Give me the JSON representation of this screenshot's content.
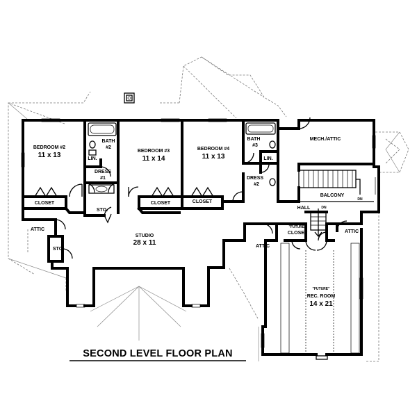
{
  "plan": {
    "title": "SECOND LEVEL FLOOR PLAN",
    "rooms": {
      "bedroom2": {
        "name": "BEDROOM #2",
        "size": "11 x 13"
      },
      "bedroom3": {
        "name": "BEDROOM #3",
        "size": "11 x 14"
      },
      "bedroom4": {
        "name": "BEDROOM #4",
        "size": "11 x 13"
      },
      "bath2": {
        "name": "BATH",
        "num": "#2"
      },
      "bath3": {
        "name": "BATH",
        "num": "#3"
      },
      "lin1": "LIN.",
      "lin2": "LIN.",
      "dress1": {
        "name": "DRESS",
        "num": "#1"
      },
      "dress2": {
        "name": "DRESS",
        "num": "#2"
      },
      "sto1": "STO.",
      "sto2": "STO.",
      "closet1": "CLOSET",
      "closet2": "CLOSET",
      "closet3": "CLOSET",
      "mech": "MECH./ATTIC",
      "balcony": "BALCONY",
      "hall": "HALL",
      "dn": "DN",
      "attic1": "ATTIC",
      "attic2": "ATTIC",
      "attic3": "ATTIC",
      "studio": {
        "name": "STUDIO",
        "size": "28 x 11"
      },
      "future_closet": {
        "tag": "\"FUTURE\"",
        "name": "CLOSET"
      },
      "rec_room": {
        "tag": "\"FUTURE\"",
        "name": "REC. ROOM",
        "size": "14 x 21"
      }
    }
  }
}
